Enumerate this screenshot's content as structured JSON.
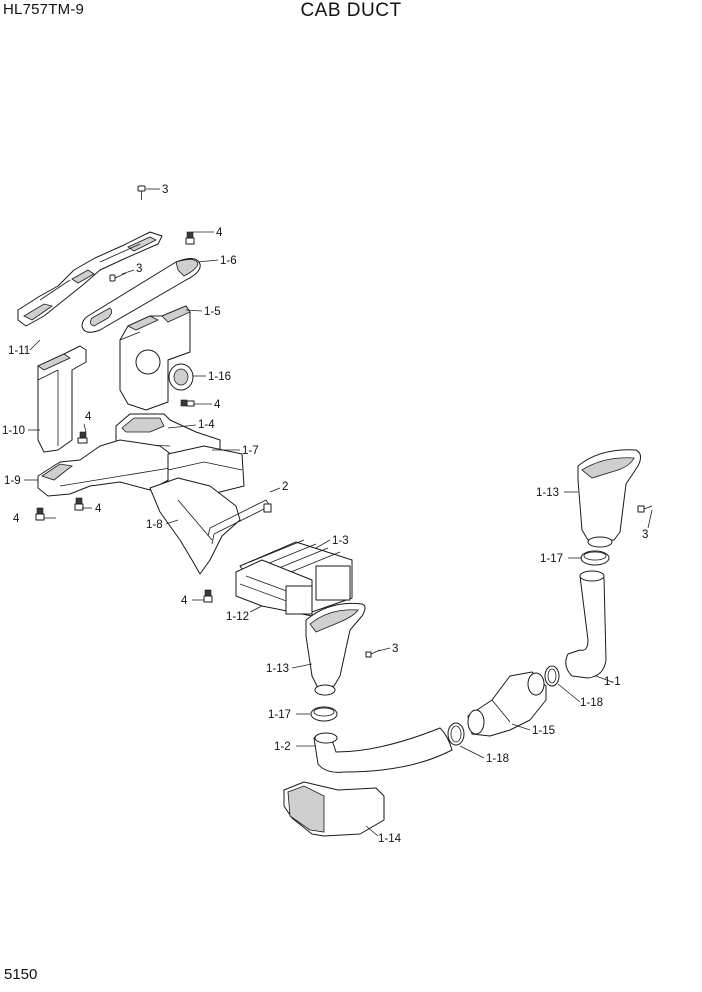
{
  "header": {
    "model": "HL757TM-9",
    "title": "CAB DUCT"
  },
  "footer": {
    "page_number": "5150"
  },
  "callouts": {
    "c_3a": "3",
    "c_4a": "4",
    "c_3b": "3",
    "c_1_6": "1-6",
    "c_1_5": "1-5",
    "c_1_11": "1-11",
    "c_1_16": "1-16",
    "c_4b": "4",
    "c_1_4": "1-4",
    "c_4c": "4",
    "c_1_10": "1-10",
    "c_1_7": "1-7",
    "c_1_9": "1-9",
    "c_2": "2",
    "c_4d": "4",
    "c_4e": "4",
    "c_1_8": "1-8",
    "c_1_3": "1-3",
    "c_4f": "4",
    "c_1_12": "1-12",
    "c_1_13a": "1-13",
    "c_3c": "3",
    "c_1_17a": "1-17",
    "c_1_2": "1-2",
    "c_1_13b": "1-13",
    "c_3d": "3",
    "c_1_17b": "1-17",
    "c_1_1": "1-1",
    "c_1_18a": "1-18",
    "c_1_15": "1-15",
    "c_1_18b": "1-18",
    "c_1_14": "1-14"
  }
}
